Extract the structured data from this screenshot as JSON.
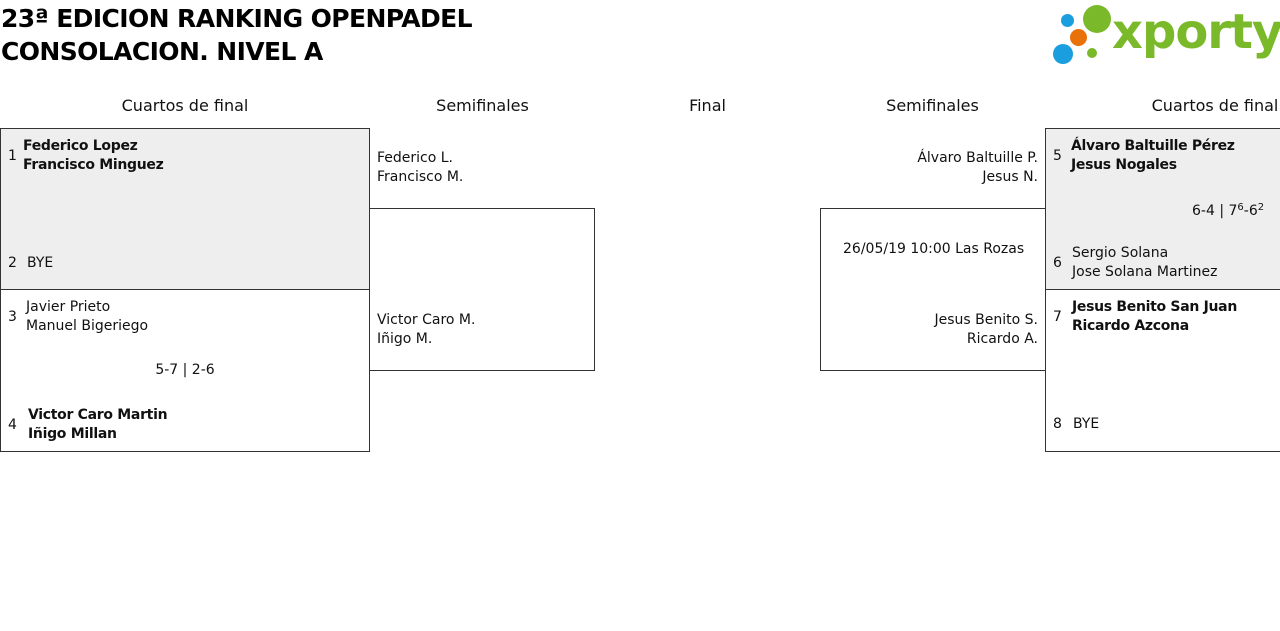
{
  "title": {
    "line1": "23ª EDICION RANKING OPENPADEL",
    "line2": "CONSOLACION. NIVEL A"
  },
  "logo": {
    "text": "xporty",
    "colors": {
      "green": "#7ab929",
      "orange": "#e8710a",
      "blue": "#1a9ee0"
    }
  },
  "rounds": {
    "qf_left": "Cuartos de final",
    "sf_left": "Semifinales",
    "final": "Final",
    "sf_right": "Semifinales",
    "qf_right": "Cuartos de final"
  },
  "quarterfinals_left": [
    {
      "top": {
        "seed": "1",
        "p1": "Federico Lopez",
        "p2": "Francisco Minguez",
        "winner": true
      },
      "bottom": {
        "seed": "2",
        "p1": "BYE",
        "p2": "",
        "winner": false
      },
      "score": ""
    },
    {
      "top": {
        "seed": "3",
        "p1": "Javier Prieto",
        "p2": "Manuel Bigeriego",
        "winner": false
      },
      "bottom": {
        "seed": "4",
        "p1": "Victor Caro Martin",
        "p2": "Iñigo Millan",
        "winner": true
      },
      "score": "5-7 | 2-6"
    }
  ],
  "semifinal_left": {
    "top": {
      "p1": "Federico L.",
      "p2": "Francisco M."
    },
    "bottom": {
      "p1": "Victor Caro M.",
      "p2": "Iñigo M."
    }
  },
  "semifinal_right": {
    "top": {
      "p1": "Álvaro Baltuille P.",
      "p2": "Jesus N."
    },
    "info": "26/05/19 10:00 Las Rozas",
    "bottom": {
      "p1": "Jesus Benito S.",
      "p2": "Ricardo A."
    }
  },
  "quarterfinals_right": [
    {
      "top": {
        "seed": "5",
        "p1": "Álvaro Baltuille Pérez",
        "p2": "Jesus Nogales",
        "winner": true
      },
      "bottom": {
        "seed": "6",
        "p1": "Sergio Solana",
        "p2": "Jose Solana Martinez",
        "winner": false
      },
      "score": {
        "set1": "6-4",
        "separator": "|",
        "set2_a": "7",
        "set2_a_tiebreak": "6",
        "set2_b": "-6",
        "set2_b_tiebreak": "2"
      }
    },
    {
      "top": {
        "seed": "7",
        "p1": "Jesus Benito San Juan",
        "p2": "Ricardo Azcona",
        "winner": true
      },
      "bottom": {
        "seed": "8",
        "p1": "BYE",
        "p2": "",
        "winner": false
      },
      "score": ""
    }
  ]
}
